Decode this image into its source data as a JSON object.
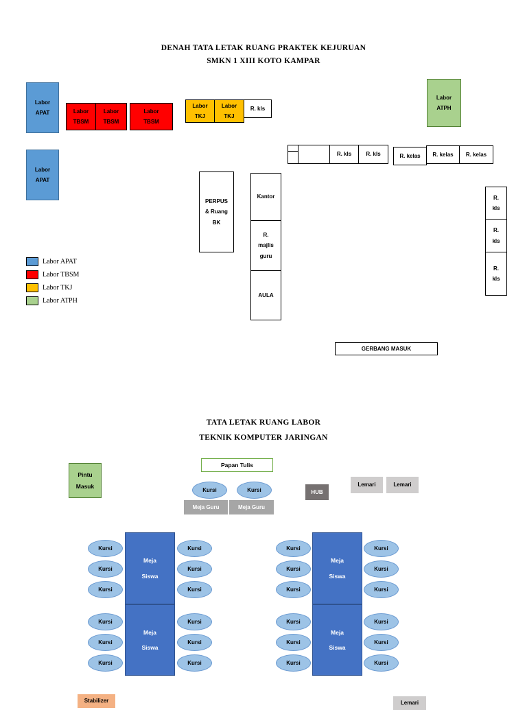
{
  "doc": {
    "section1_title": "DENAH TATA LETAK RUANG PRAKTEK KEJURUAN",
    "section1_subtitle": "SMKN 1 XIII KOTO KAMPAR",
    "section2_title": "TATA LETAK RUANG LABOR",
    "section2_subtitle": "TEKNIK KOMPUTER JARINGAN"
  },
  "site_plan": {
    "labor_apat": "Labor\nAPAT",
    "labor_tbsm": "Labor\nTBSM",
    "labor_tkj": "Labor\nTKJ",
    "labor_atph": "Labor\nATPH",
    "r_kls": "R. kls",
    "r_kls_stacked": "R.\nkls",
    "r_kelas": "R. kelas",
    "perpus_bk": "PERPUS\n& Ruang\nBK",
    "kantor": "Kantor",
    "majlis_guru": "R.\nmajlis\nguru",
    "aula": "AULA",
    "gerbang_masuk": "GERBANG MASUK",
    "legend": [
      {
        "label": "Labor APAT",
        "color": "#5B9BD5"
      },
      {
        "label": "Labor TBSM",
        "color": "#FF0000"
      },
      {
        "label": "Labor TKJ",
        "color": "#FFC000"
      },
      {
        "label": "Labor ATPH",
        "color": "#A9D18E"
      }
    ]
  },
  "lab_layout": {
    "pintu_masuk": "Pintu\nMasuk",
    "papan_tulis": "Papan Tulis",
    "kursi": "Kursi",
    "hub": "HUB",
    "lemari": "Lemari",
    "meja_guru": "Meja Guru",
    "meja_siswa": "Meja\nSiswa",
    "stabilizer": "Stabilizer"
  },
  "colors": {
    "apat_blue": "#5B9BD5",
    "tbsm_red": "#FF0000",
    "tkj_gold": "#FFC000",
    "atph_green": "#A9D18E",
    "kursi_blue": "#9DC3E6",
    "meja_siswa_blue": "#4472C4",
    "meja_guru_gray": "#A6A6A6",
    "hub_gray": "#767171",
    "lemari_gray": "#CFCDCD",
    "stabilizer_orange": "#F4B183"
  }
}
